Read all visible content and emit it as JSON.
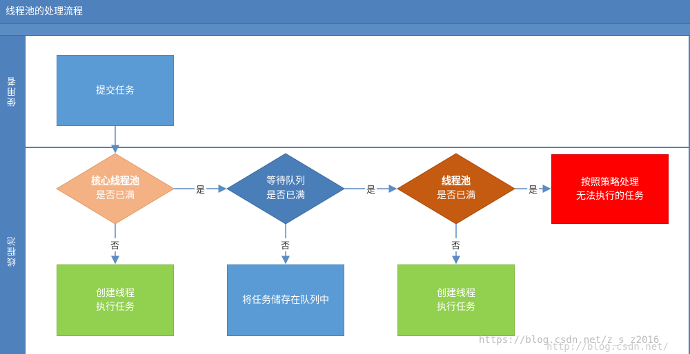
{
  "title": "线程池的处理流程",
  "lanes": {
    "user": "使用者",
    "pool": "线程池"
  },
  "nodes": {
    "submit": "提交任务",
    "core_line1": "核心线程池",
    "core_line2": "是否已满",
    "queue_line1": "等待队列",
    "queue_line2": "是否已满",
    "pool_line1": "线程池",
    "pool_line2": "是否已满",
    "reject_line1": "按照策略处理",
    "reject_line2": "无法执行的任务",
    "create1_line1": "创建线程",
    "create1_line2": "执行任务",
    "enqueue": "将任务储存在队列中",
    "create2_line1": "创建线程",
    "create2_line2": "执行任务"
  },
  "edges": {
    "yes": "是",
    "no": "否"
  },
  "watermark": {
    "line1": "https://blog.csdn.net/z_s_z2016",
    "line2": "http://blog.csdn.net/"
  },
  "colors": {
    "header": "#4f81bd",
    "blue_box": "#5b9bd5",
    "green_box": "#92d050",
    "orange_diamond": "#f4b183",
    "blue_diamond": "#4a7eb8",
    "brown_diamond": "#c55a11",
    "red_box": "#ff0000"
  }
}
